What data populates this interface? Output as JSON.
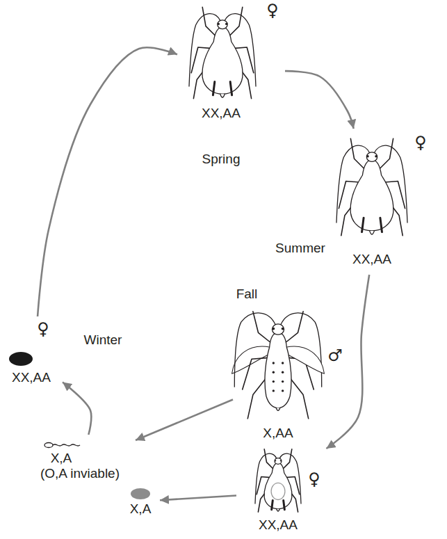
{
  "diagram": {
    "nodes": [
      {
        "text": [
          "♀",
          "XX,AA"
        ]
      },
      {
        "text": [
          "♀",
          "XX,AA"
        ]
      },
      {
        "text": [
          "♂",
          "X,AA"
        ]
      },
      {
        "text": [
          "♀",
          "XX,AA"
        ]
      },
      {
        "text": [
          "X,A",
          "(O,A inviable)"
        ]
      },
      {
        "text": [
          "X,A"
        ]
      },
      {
        "text": [
          "♀",
          "XX,AA"
        ]
      }
    ],
    "edges": [
      {
        "from": 0,
        "to": 1,
        "arrow": "to"
      },
      {
        "from": 1,
        "to": 3,
        "arrow": "to"
      },
      {
        "from": 2,
        "to": 4,
        "arrow": "to"
      },
      {
        "from": 3,
        "to": 5,
        "arrow": "to"
      },
      {
        "from": 4,
        "to": 6,
        "arrow": "to"
      },
      {
        "from": 6,
        "to": 0,
        "arrow": "to"
      }
    ],
    "labels": [
      "Spring",
      "Summer",
      "Winter",
      "Fall"
    ]
  }
}
